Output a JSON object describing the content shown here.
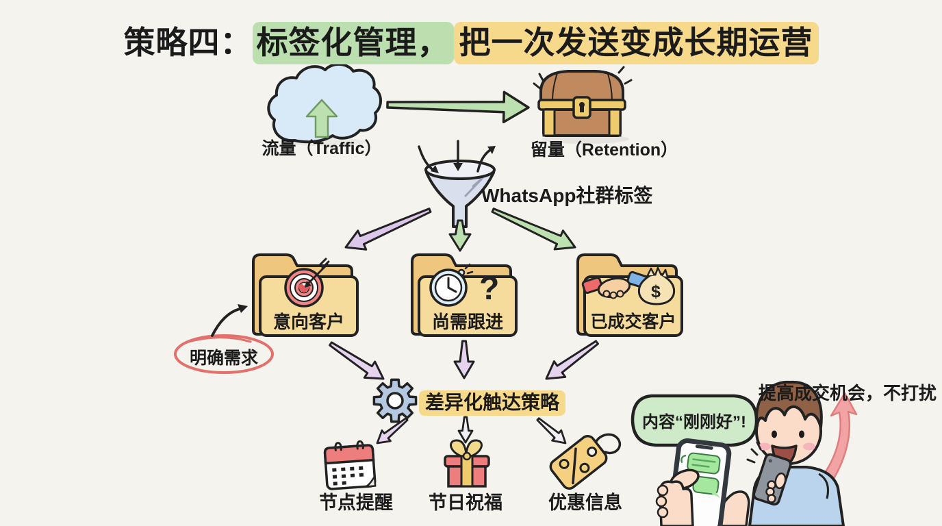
{
  "title": {
    "prefix": "策略四：",
    "highlight_green": "标签化管理，",
    "highlight_yellow": "把一次发送变成长期运营"
  },
  "flow": {
    "traffic_label": "流量（Traffic）",
    "traffic_icon": "cloud-upload-icon",
    "retention_label": "留量（Retention）",
    "retention_icon": "treasure-chest-icon",
    "funnel_label": "WhatsApp社群标签",
    "funnel_icon": "funnel-icon"
  },
  "folders": [
    {
      "label": "意向客户",
      "icon": "target-heart-icon"
    },
    {
      "label": "尚需跟进",
      "icon": "clock-question-icon",
      "glyph": "?"
    },
    {
      "label": "已成交客户",
      "icon": "handshake-moneybag-icon",
      "glyph": "$"
    }
  ],
  "annotation": {
    "label": "明确需求"
  },
  "strategy": {
    "label": "差异化触达策略",
    "icon": "gear-icon"
  },
  "tactics": [
    {
      "label": "节点提醒",
      "icon": "calendar-icon"
    },
    {
      "label": "节日祝福",
      "icon": "gift-icon"
    },
    {
      "label": "优惠信息",
      "icon": "price-tag-icon"
    }
  ],
  "scene": {
    "speech_bubble": "内容“刚刚好”!",
    "caption": "提高成交机会，不打扰"
  },
  "colors": {
    "background": "#f5f3ee",
    "outline": "#222222",
    "highlight_green": "#bcdfb0",
    "highlight_yellow": "#f7d98b",
    "arrow_green": "#bce0af",
    "arrow_purple": "#dcc7ea",
    "arrow_lavender": "#e6d4ef",
    "arrow_white": "#f1f1f5",
    "arrow_pink": "#f2a3a3",
    "folder": "#eec67e",
    "folder_front": "#f6dc9c",
    "cloud_blue": "#d8eaf8",
    "funnel_gray": "#d9dfec",
    "gear_blue": "#b4c8e0",
    "red_accent": "#ee7d7d",
    "gold": "#eecb6d",
    "chest_brown": "#c08a5e",
    "bubble_green": "#cfeac8",
    "chat_green": "#a5e79e",
    "skin": "#fbdcc8",
    "shirt_blue": "#b9d4ec",
    "hair_brown": "#8f6146",
    "annotation_red": "#e2716e",
    "tag_yellow": "#f5d080"
  }
}
